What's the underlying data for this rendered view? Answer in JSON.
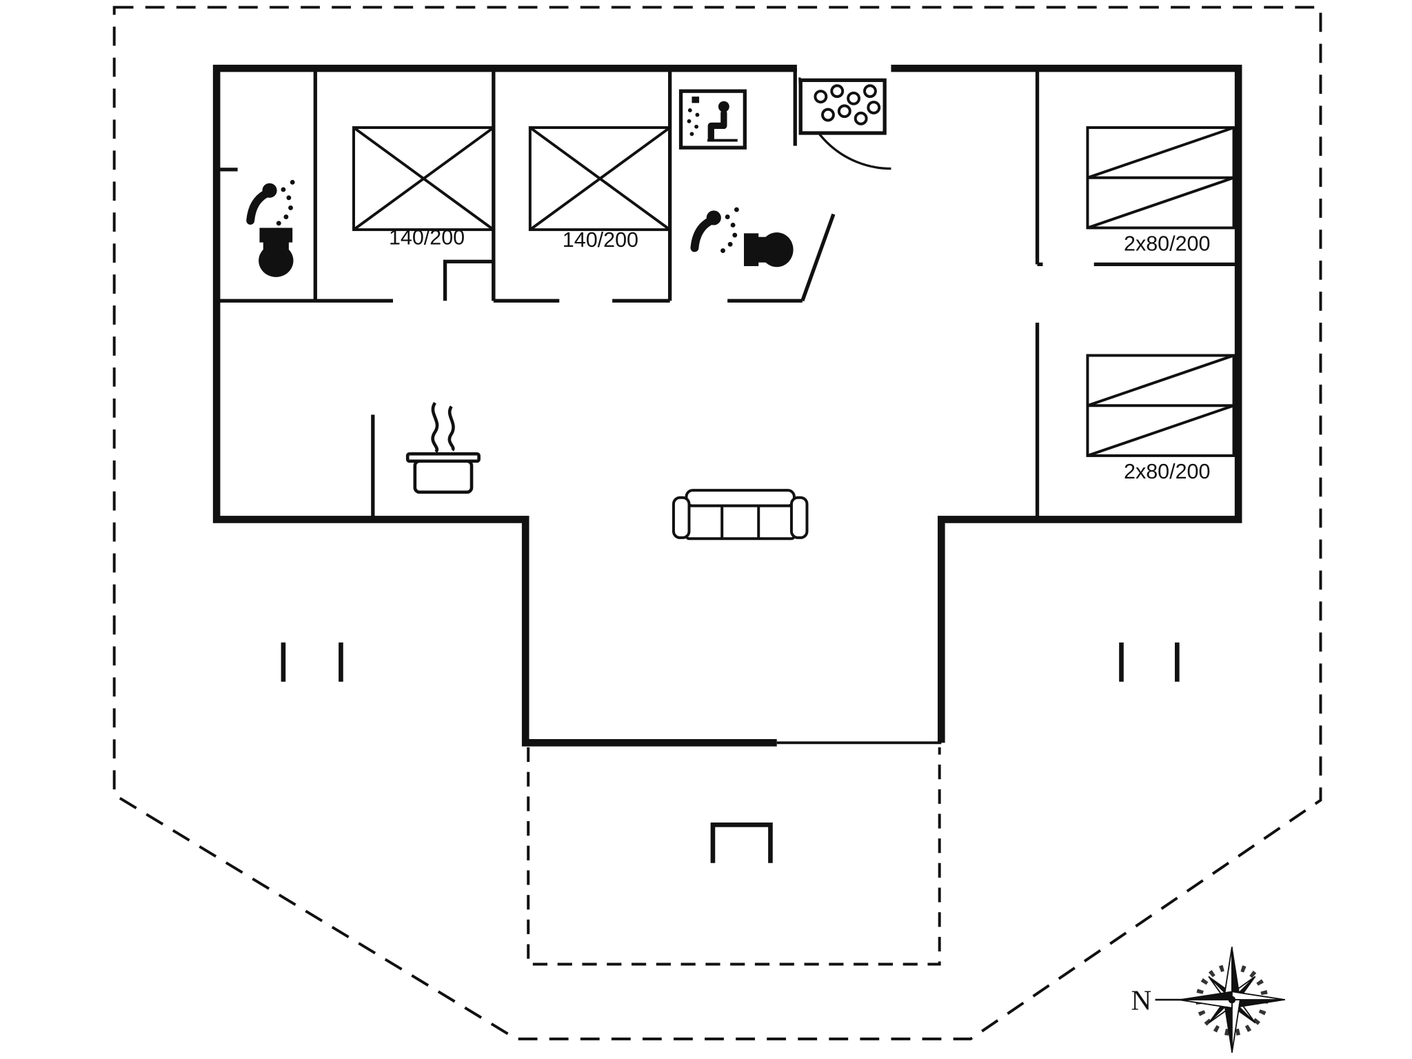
{
  "page": {
    "type": "house-floor-plan",
    "background": "#ffffff",
    "line_color": "#111111"
  },
  "labels": {
    "bed_left_1": "140/200",
    "bed_left_2": "140/200",
    "bed_right_top": "2x80/200",
    "bed_right_bottom": "2x80/200"
  },
  "compass": {
    "north_label": "N"
  },
  "icons": [
    "shower-icon",
    "toilet-icon",
    "sauna-icon",
    "whirlpool-icon",
    "cooking-pot-icon",
    "sofa-icon",
    "grill-icon",
    "compass-rose-icon",
    "terrace-post",
    "door-swing-arc"
  ]
}
